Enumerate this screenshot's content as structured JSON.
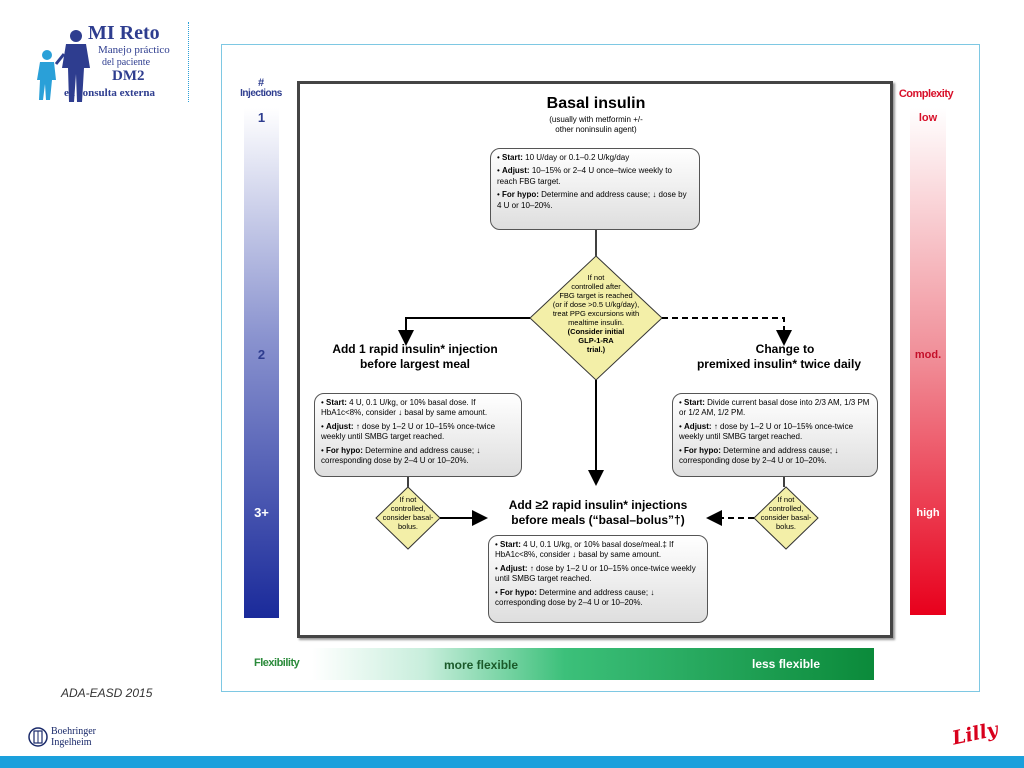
{
  "logo": {
    "title": "MI Reto",
    "line1": "Manejo práctico",
    "line2": "del paciente",
    "line3": "DM2",
    "line4": "en consulta externa"
  },
  "left_axis": {
    "title_symbol": "#",
    "title": "Injections",
    "levels": [
      "1",
      "2",
      "3+"
    ]
  },
  "right_axis": {
    "title": "Complexity",
    "levels": [
      "low",
      "mod.",
      "high"
    ]
  },
  "flexibility": {
    "title": "Flexibility",
    "more": "more flexible",
    "less": "less flexible"
  },
  "basal": {
    "title": "Basal insulin",
    "subtitle_1": "(usually with metformin +/-",
    "subtitle_2": "other noninsulin agent)",
    "start_label": "Start:",
    "start_text": "10 U/day or 0.1–0.2 U/kg/day",
    "adjust_label": "Adjust:",
    "adjust_text": "10–15% or 2–4 U once–twice weekly to reach FBG target.",
    "hypo_label": "For hypo:",
    "hypo_text": "Determine and address cause; ↓ dose by 4 U or 10–20%."
  },
  "decision_main": {
    "l1": "If not",
    "l2": "controlled after",
    "l3": "FBG target is reached",
    "l4": "(or if dose >0.5 U/kg/day),",
    "l5": "treat PPG excursions with",
    "l6": "mealtime insulin.",
    "l7": "(Consider initial",
    "l8": "GLP-1-RA",
    "l9": "trial.)"
  },
  "left_branch": {
    "title_1": "Add 1 rapid insulin* injection",
    "title_2": "before largest meal",
    "start_label": "Start:",
    "start_text": "4 U, 0.1 U/kg, or 10% basal dose. If HbA1c<8%, consider ↓ basal by same amount.",
    "adjust_label": "Adjust:",
    "adjust_text": "↑ dose by 1–2 U or 10–15% once-twice weekly until SMBG target reached.",
    "hypo_label": "For hypo:",
    "hypo_text": "Determine and address cause; ↓ corresponding dose by 2–4 U or 10–20%."
  },
  "right_branch": {
    "title_1": "Change to",
    "title_2": "premixed insulin* twice daily",
    "start_label": "Start:",
    "start_text": "Divide current basal dose into 2/3 AM, 1/3 PM or 1/2 AM, 1/2 PM.",
    "adjust_label": "Adjust:",
    "adjust_text": "↑ dose by 1–2 U or 10–15% once-twice weekly until SMBG target reached.",
    "hypo_label": "For hypo:",
    "hypo_text": "Determine and address cause; ↓ corresponding dose by 2–4 U or 10–20%."
  },
  "decision_left": {
    "l1": "If not",
    "l2": "controlled,",
    "l3": "consider basal-",
    "l4": "bolus."
  },
  "decision_right": {
    "l1": "If not",
    "l2": "controlled,",
    "l3": "consider basal-",
    "l4": "bolus."
  },
  "bolus": {
    "title_1": "Add ≥2 rapid insulin* injections",
    "title_2": "before meals (“basal–bolus”†)",
    "start_label": "Start:",
    "start_text": "4 U, 0.1 U/kg, or 10% basal dose/meal.‡ If HbA1c<8%, consider ↓ basal by same amount.",
    "adjust_label": "Adjust:",
    "adjust_text": "↑ dose by 1–2 U or 10–15% once-twice weekly until SMBG target reached.",
    "hypo_label": "For hypo:",
    "hypo_text": "Determine and address cause; ↓ corresponding dose by 2–4 U or 10–20%."
  },
  "footer": {
    "source": "ADA-EASD 2015",
    "bi_1": "Boehringer",
    "bi_2": "Ingelheim",
    "lilly": "Lilly"
  },
  "colors": {
    "injections_bar_top": "#ffffff",
    "injections_bar_bottom": "#1a2a9a",
    "complexity_bar_top": "#ffffff",
    "complexity_bar_bottom": "#e8001c",
    "flex_left": "#e8f8f0",
    "flex_right": "#0b8a3a",
    "bottom_stripe": "#1ba0dc",
    "diamond": "#f3efa8"
  }
}
